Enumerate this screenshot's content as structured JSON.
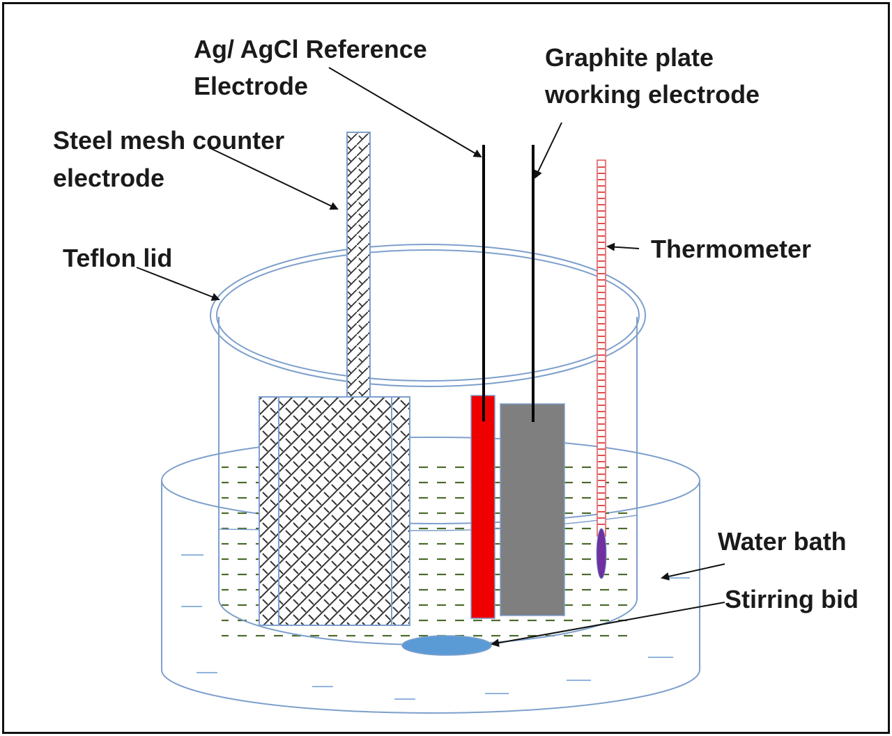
{
  "labels": {
    "reference_line1": "Ag/ AgCl Reference",
    "reference_line2": "Electrode",
    "graphite_line1": "Graphite plate",
    "graphite_line2": "working electrode",
    "steel_line1": "Steel mesh counter",
    "steel_line2": "electrode",
    "teflon": "Teflon lid",
    "thermometer": "Thermometer",
    "water_bath": "Water bath",
    "stirring": "Stirring bid"
  },
  "colors": {
    "outline": "#7d9fcc",
    "reference_electrode": "#ee0000",
    "graphite_plate": "#7f7f7f",
    "electrolyte_dash": "#4a6b2a",
    "water_dash": "#8fb4de",
    "stir_bar": "#5b9bd5",
    "thermometer_bulb": "#7030a0",
    "thermometer_tick": "#e05050",
    "leader": "#111111"
  },
  "icons": {
    "counter_electrode": "crosshatch-mesh",
    "stir_bar": "ellipse"
  }
}
